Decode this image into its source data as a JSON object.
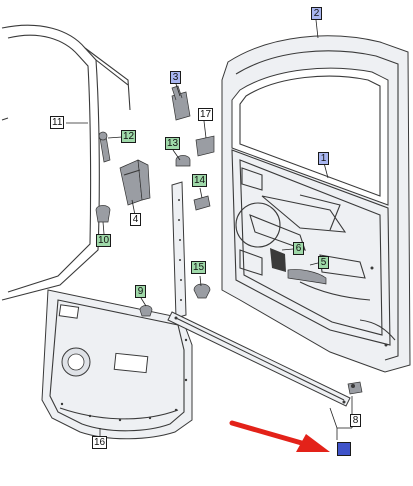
{
  "diagram": {
    "callouts": [
      {
        "id": "c1",
        "label": "1",
        "style": "blue"
      },
      {
        "id": "c2",
        "label": "2",
        "style": "blue"
      },
      {
        "id": "c3",
        "label": "3",
        "style": "blue"
      },
      {
        "id": "c4",
        "label": "4",
        "style": "white"
      },
      {
        "id": "c5",
        "label": "5",
        "style": "green"
      },
      {
        "id": "c6",
        "label": "6",
        "style": "green"
      },
      {
        "id": "c7",
        "label": "",
        "style": "navy"
      },
      {
        "id": "c8",
        "label": "8",
        "style": "white"
      },
      {
        "id": "c9",
        "label": "9",
        "style": "green"
      },
      {
        "id": "c10",
        "label": "10",
        "style": "green"
      },
      {
        "id": "c11",
        "label": "11",
        "style": "white"
      },
      {
        "id": "c12",
        "label": "12",
        "style": "green"
      },
      {
        "id": "c13",
        "label": "13",
        "style": "green"
      },
      {
        "id": "c14",
        "label": "14",
        "style": "green"
      },
      {
        "id": "c15",
        "label": "15",
        "style": "green"
      },
      {
        "id": "c16",
        "label": "16",
        "style": "white"
      },
      {
        "id": "c17",
        "label": "17",
        "style": "white"
      }
    ],
    "colors": {
      "arrow": "#e32219",
      "line_art": "#3a3a3a",
      "callout_blue": "#a9b6f0",
      "callout_green": "#9fd9a9",
      "callout_highlight": "#3f53c9"
    }
  }
}
